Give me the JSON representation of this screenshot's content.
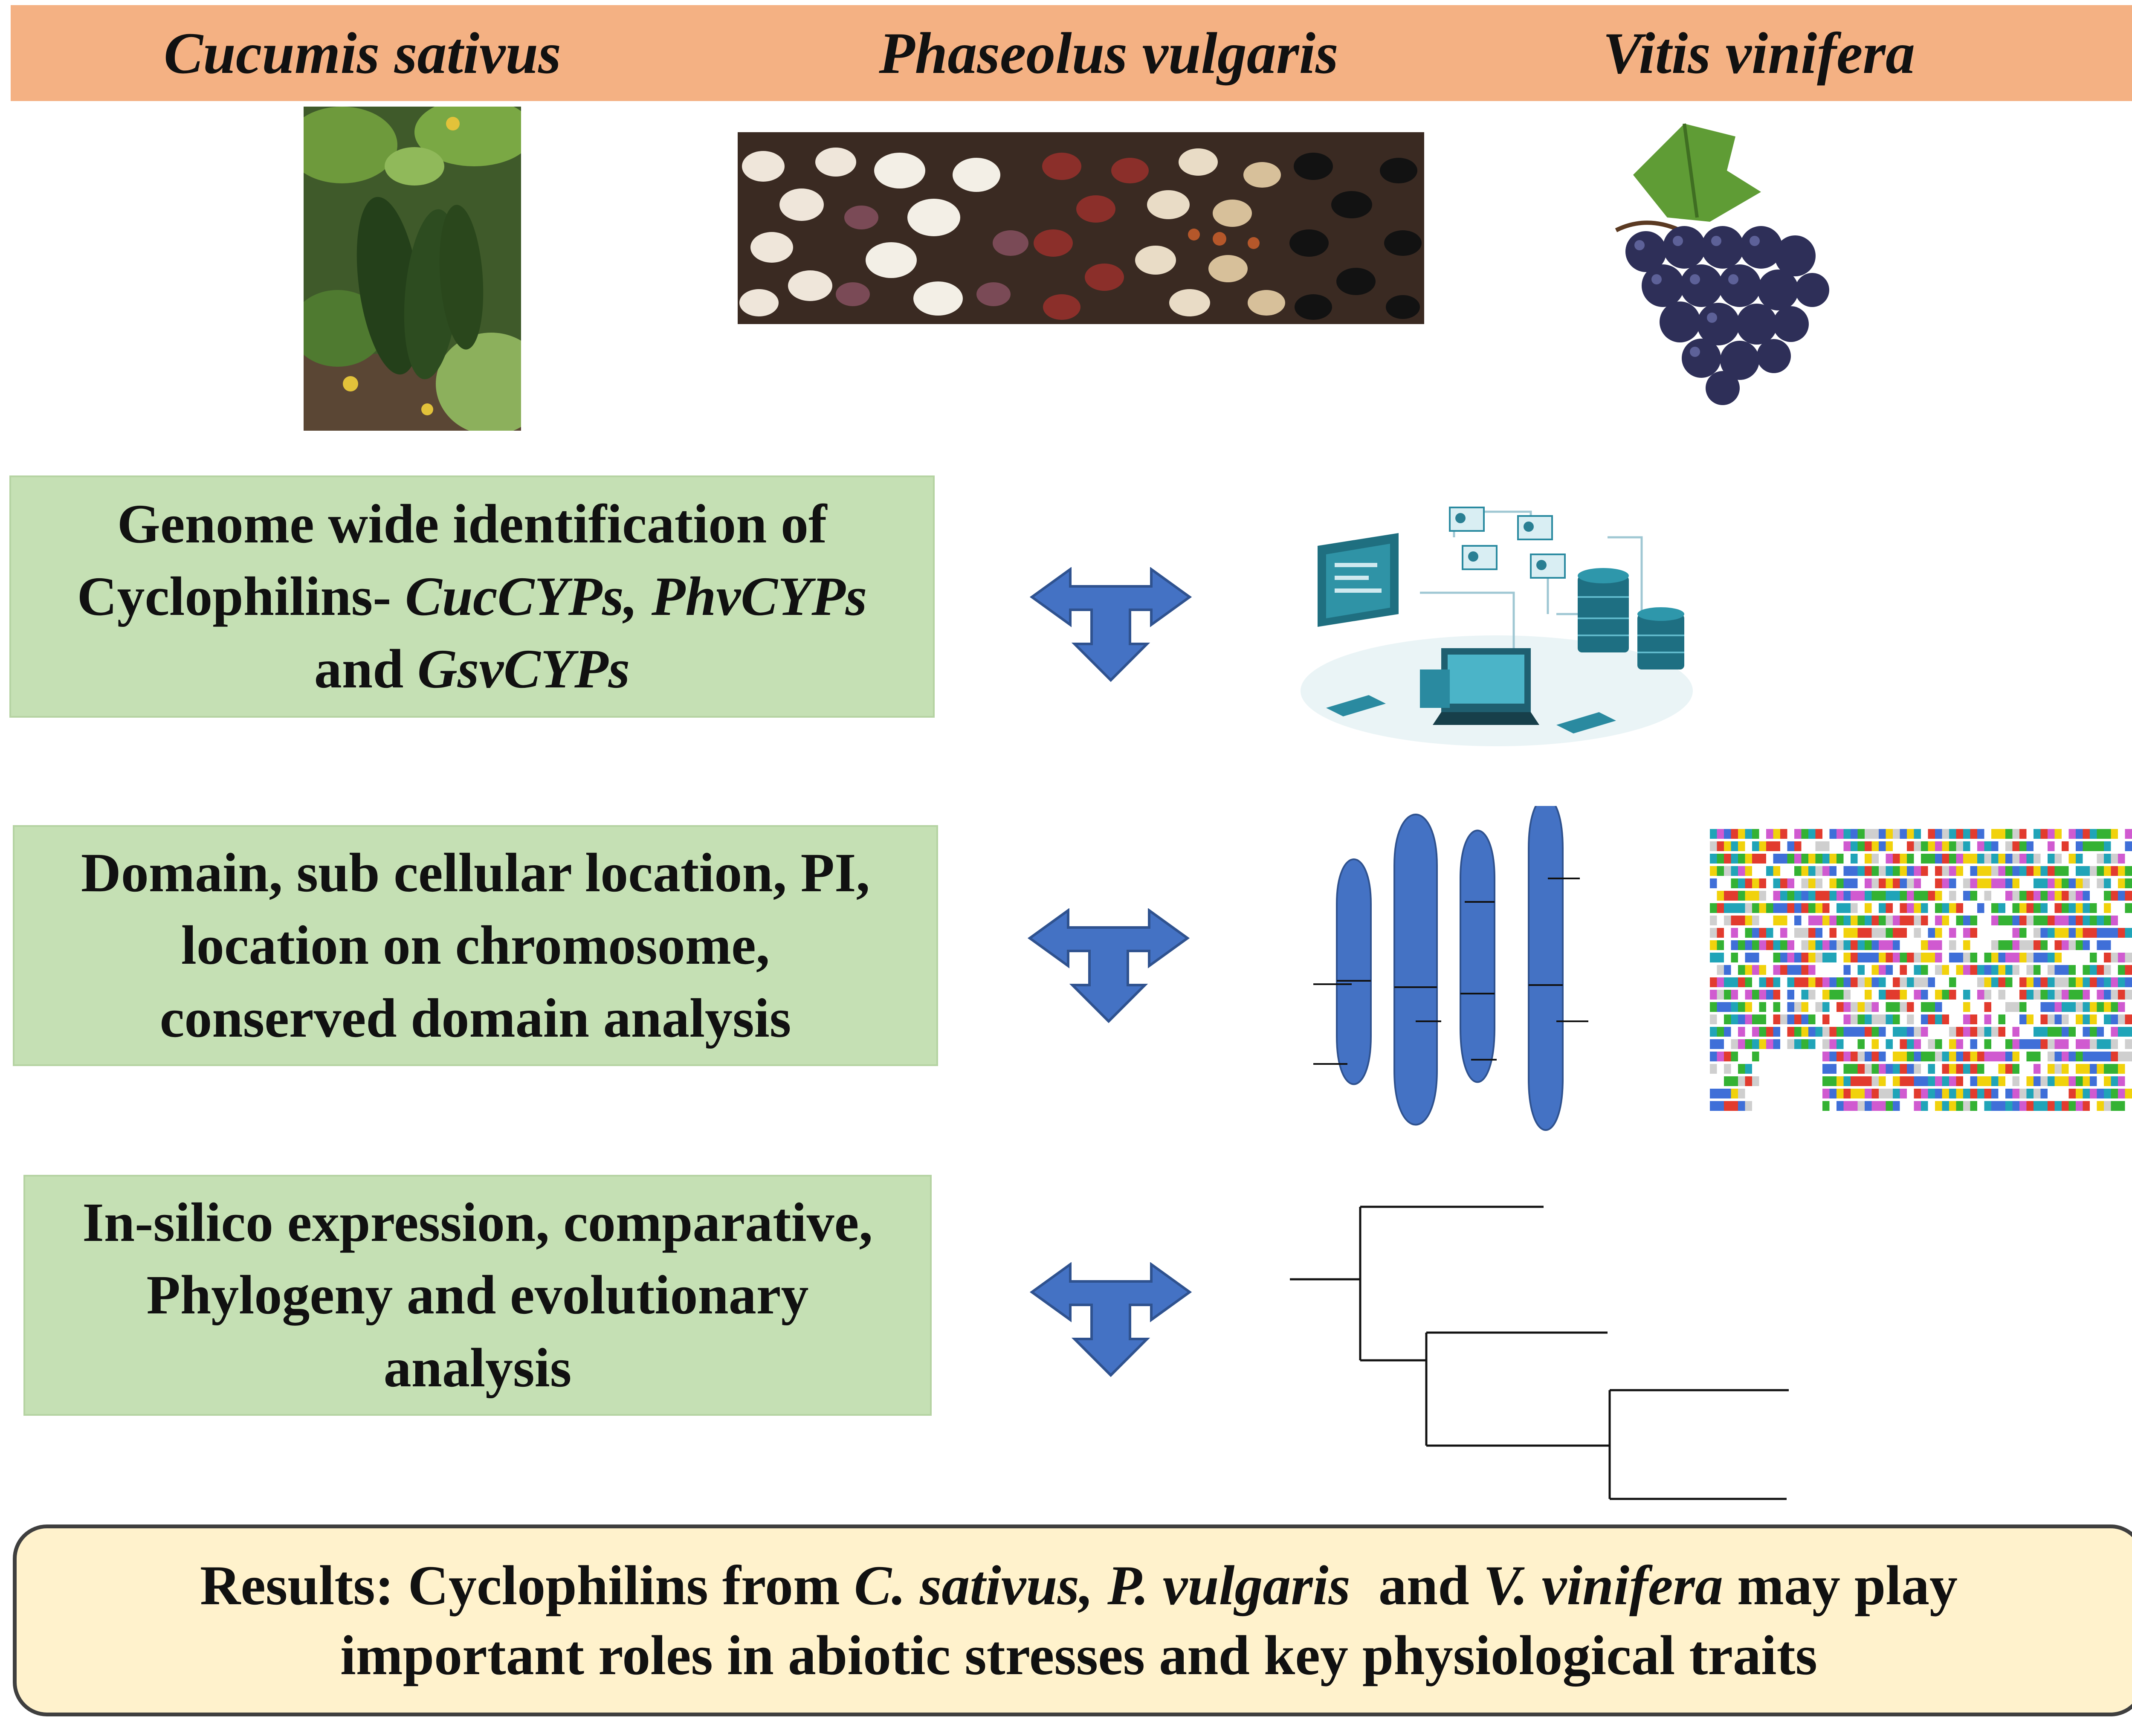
{
  "header": {
    "species": [
      "Cucumis sativus",
      "Phaseolus vulgaris",
      "Vitis vinifera"
    ]
  },
  "steps": [
    {
      "line1": "Genome wide identification of",
      "line2_a": "Cyclophilins- ",
      "line2_b": "CucCYPs, PhvCYPs",
      "line3_a": "and ",
      "line3_b": "GsvCYPs"
    },
    {
      "line1": "Domain, sub cellular location, PI,",
      "line2": "location on chromosome,",
      "line3": "conserved domain analysis"
    },
    {
      "line1": "In-silico expression, comparative,",
      "line2": "Phylogeny and evolutionary",
      "line3": "analysis"
    }
  ],
  "result": {
    "prefix": "Results: Cyclophilins from ",
    "sp1": "C. sativus, P. vulgaris",
    "and": "  and ",
    "sp2": "V. vinifera",
    "suffix": " may play",
    "line2": "important roles in abiotic stresses and key physiological traits"
  },
  "colors": {
    "header_bg": "#f4b183",
    "step_bg": "#c5e0b4",
    "result_bg": "#fff2cc",
    "arrow": "#4472c4",
    "chromosome": "#4472c4"
  },
  "icons": [
    "cucumber-photo",
    "beans-photo",
    "grapes-photo",
    "database-illustration",
    "chromosome-map",
    "sequence-alignment",
    "phylogenetic-tree",
    "double-arrow-icon"
  ]
}
